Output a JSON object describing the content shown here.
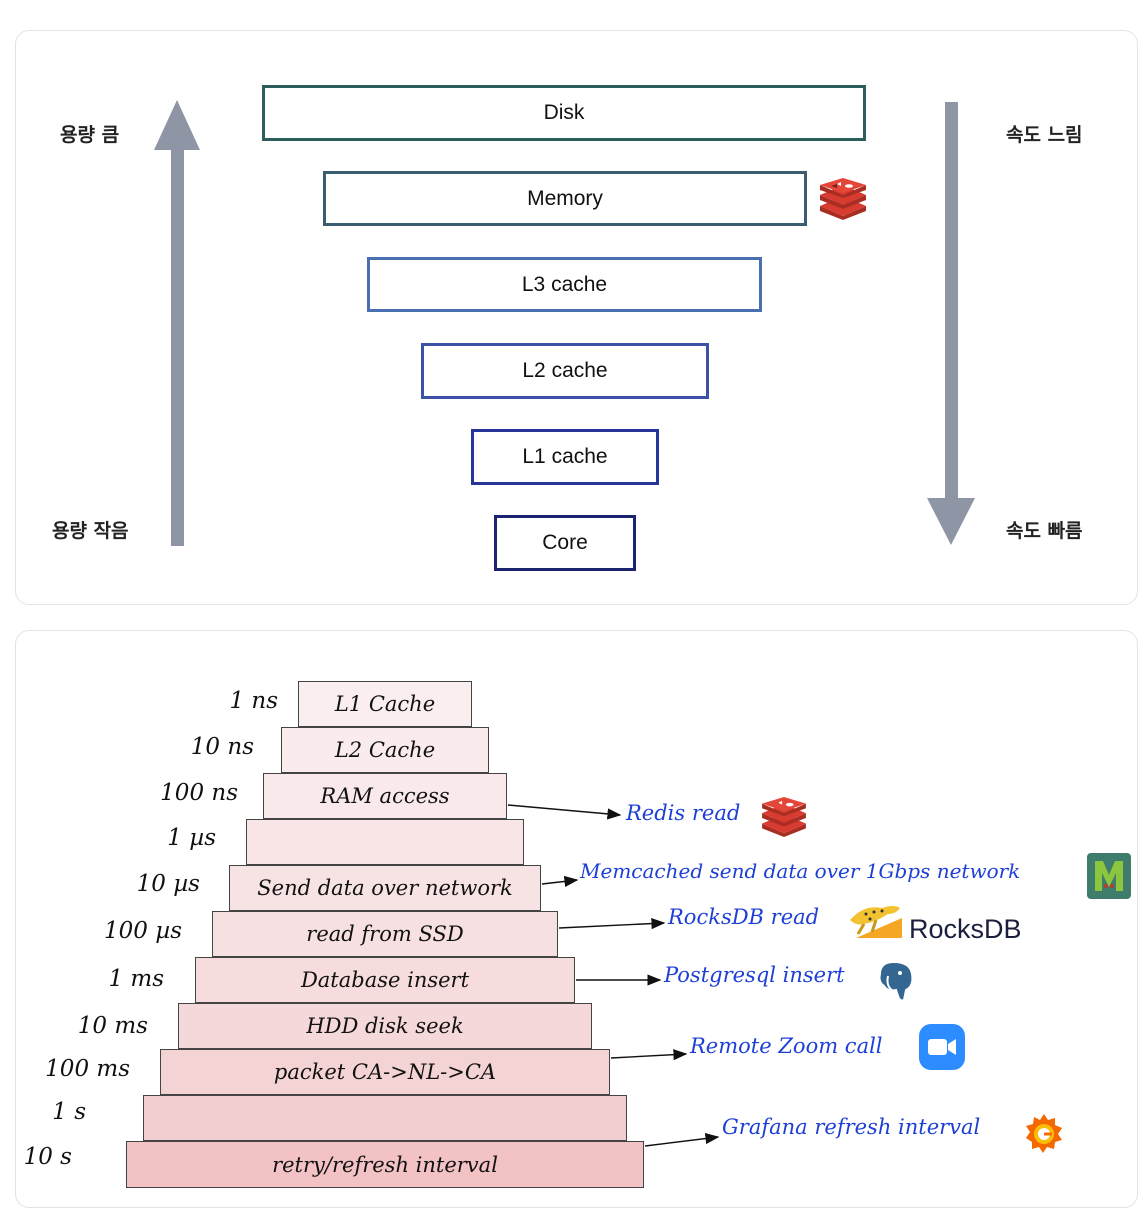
{
  "hierarchy": {
    "left_top_label": "용량 큼",
    "left_bottom_label": "용량 작음",
    "right_top_label": "속도 느림",
    "right_bottom_label": "속도 빠름",
    "levels": [
      "Disk",
      "Memory",
      "L3 cache",
      "L2 cache",
      "L1 cache",
      "Core"
    ],
    "memory_icon": "redis-logo-icon",
    "colors": {
      "disk": "#2e5e5c",
      "memory": "#3a5d72",
      "l3": "#4a6fb0",
      "l2": "#3c52a6",
      "l1": "#26359a",
      "core": "#1a2470",
      "arrow": "#8e96a6"
    }
  },
  "latency": {
    "steps": [
      {
        "latency": "1 ns",
        "label": "L1 Cache"
      },
      {
        "latency": "10 ns",
        "label": "L2 Cache"
      },
      {
        "latency": "100 ns",
        "label": "RAM access"
      },
      {
        "latency": "1 µs",
        "label": ""
      },
      {
        "latency": "10 µs",
        "label": "Send data over network"
      },
      {
        "latency": "100 µs",
        "label": "read from SSD"
      },
      {
        "latency": "1 ms",
        "label": "Database insert"
      },
      {
        "latency": "10 ms",
        "label": "HDD disk seek"
      },
      {
        "latency": "100 ms",
        "label": "packet CA->NL->CA"
      },
      {
        "latency": "1 s",
        "label": ""
      },
      {
        "latency": "10 s",
        "label": "retry/refresh interval"
      }
    ],
    "annotations": [
      {
        "text": "Redis read",
        "icon": "redis-logo-icon"
      },
      {
        "text": "Memcached send data over 1Gbps network",
        "icon": "memcached-logo-icon"
      },
      {
        "text": "RocksDB read",
        "icon": "rocksdb-cheetah-icon",
        "brand": "RocksDB"
      },
      {
        "text": "Postgresql insert",
        "icon": "postgresql-elephant-icon"
      },
      {
        "text": "Remote Zoom call",
        "icon": "zoom-camera-icon"
      },
      {
        "text": "Grafana refresh interval",
        "icon": "grafana-logo-icon"
      }
    ],
    "colors": {
      "annotation_text": "#1d3fd6",
      "step_lightest": "#fbeeee",
      "step_darkest": "#f2c2c4"
    }
  }
}
